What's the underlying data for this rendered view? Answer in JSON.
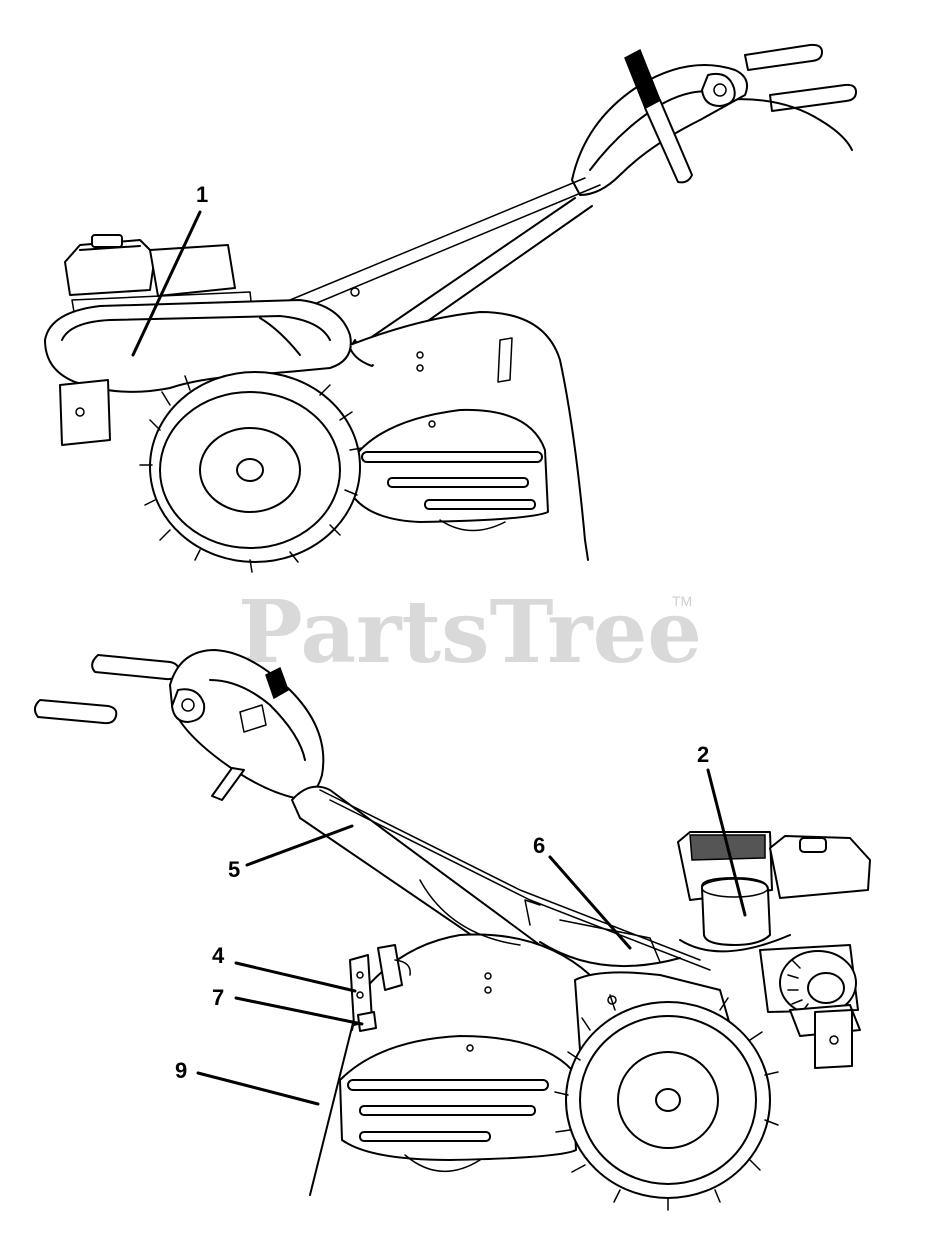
{
  "watermark": {
    "text": "PartsTree",
    "trademark": "TM"
  },
  "callouts": [
    {
      "id": "1",
      "label": "1"
    },
    {
      "id": "2",
      "label": "2"
    },
    {
      "id": "4",
      "label": "4"
    },
    {
      "id": "5",
      "label": "5"
    },
    {
      "id": "6",
      "label": "6"
    },
    {
      "id": "7",
      "label": "7"
    },
    {
      "id": "9",
      "label": "9"
    }
  ]
}
